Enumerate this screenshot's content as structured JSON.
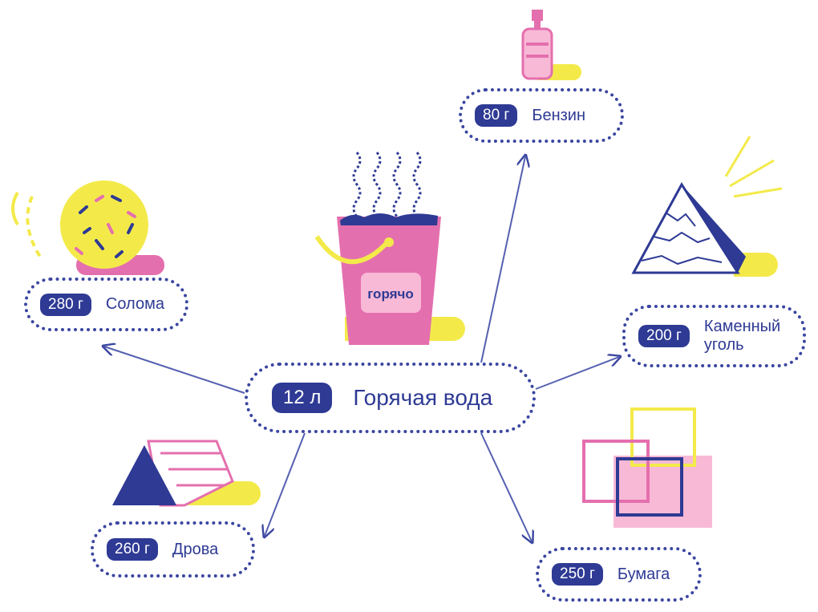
{
  "colors": {
    "navy": "#2e3a94",
    "pink": "#e46fae",
    "yellow": "#f3ea4a"
  },
  "center": {
    "amount": "12 л",
    "label": "Горячая вода",
    "bucket_text": "горячо"
  },
  "items": [
    {
      "amount": "80 г",
      "label": "Бензин",
      "icon": "spray-bottle-icon"
    },
    {
      "amount": "280 г",
      "label": "Солома",
      "icon": "straw-ball-icon"
    },
    {
      "amount": "200 г",
      "label": "Каменный уголь",
      "icon": "coal-pile-icon"
    },
    {
      "amount": "260 г",
      "label": "Дрова",
      "icon": "firewood-icon"
    },
    {
      "amount": "250 г",
      "label": "Бумага",
      "icon": "paper-sheets-icon"
    }
  ]
}
